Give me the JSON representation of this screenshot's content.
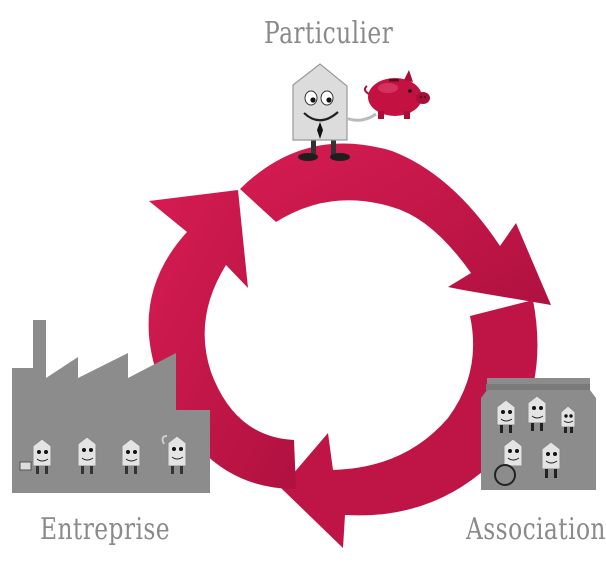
{
  "diagram": {
    "nodes": [
      {
        "id": "particulier",
        "label": "Particulier",
        "figure": "person-with-piggy-bank"
      },
      {
        "id": "association",
        "label": "Association",
        "figure": "house-with-people"
      },
      {
        "id": "entreprise",
        "label": "Entreprise",
        "figure": "factory-with-workers"
      }
    ],
    "cycle": [
      "particulier",
      "association",
      "entreprise",
      "particulier"
    ],
    "colors": {
      "arrow": "#c9174a",
      "arrow_dark": "#8f0f35",
      "label_text": "#8a8a8a",
      "building": "#8c8c8c",
      "piggy_bank": "#c31242",
      "character_body": "#dcdcdc"
    }
  }
}
